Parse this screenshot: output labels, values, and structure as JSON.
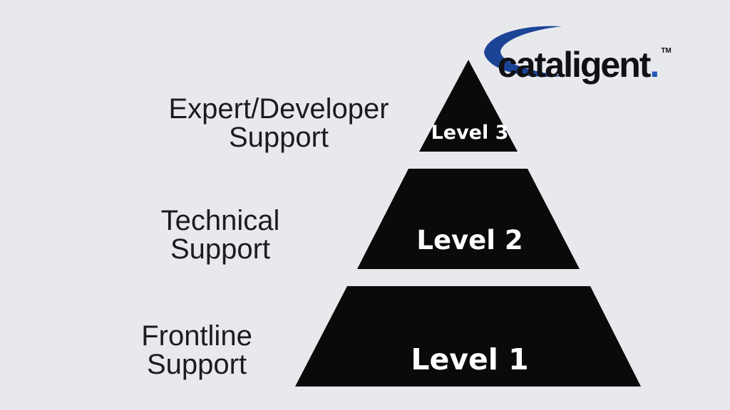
{
  "background_color": "#e8e9ed",
  "logo": {
    "text": "cataligent",
    "period": ".",
    "trademark": "TM",
    "text_color": "#101114",
    "crescent_blue": "#1c4496",
    "accent_blue": "#2257b4",
    "icon": "crescent-swoosh-icon"
  },
  "diagram": {
    "type": "pyramid",
    "shape_color": "#0a0a0a",
    "level_text_color": "#ffffff",
    "label_text_color": "#1c1c1e",
    "levels": [
      {
        "level": "Level 3",
        "label_line1": "Expert/Developer",
        "label_line2": "Support"
      },
      {
        "level": "Level 2",
        "label_line1": "Technical",
        "label_line2": "Support"
      },
      {
        "level": "Level 1",
        "label_line1": "Frontline",
        "label_line2": "Support"
      }
    ]
  }
}
